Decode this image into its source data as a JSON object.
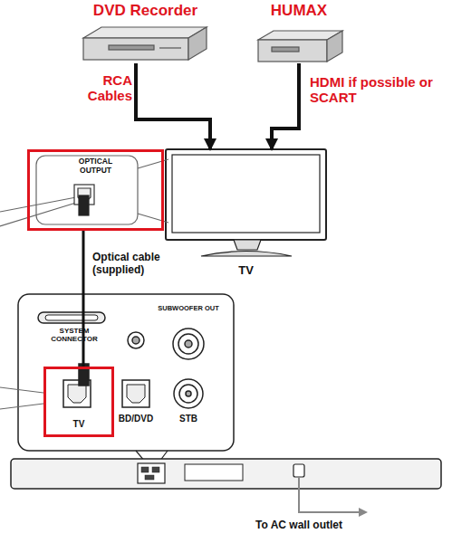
{
  "diagram": {
    "nodes": [
      {
        "text": [
          "DVD Recorder"
        ]
      },
      {
        "text": [
          "HUMAX"
        ]
      },
      {
        "text": [
          "OPTICAL OUTPUT"
        ]
      },
      {
        "text": [
          "TV"
        ]
      },
      {
        "text": [
          "TV"
        ]
      }
    ],
    "edges": [
      {
        "from": 0,
        "to": 3,
        "label": "RCA Cables",
        "arrow": "to"
      },
      {
        "from": 1,
        "to": 3,
        "label": "HDMI if possible or SCART",
        "arrow": "to"
      },
      {
        "from": 2,
        "to": 4,
        "label": "Optical cable (supplied)",
        "arrow": "none"
      }
    ],
    "labels": [
      "SYSTEM CONNECTOR",
      "SUBWOOFER OUT",
      "BD/DVD",
      "STB",
      "To AC wall outlet"
    ]
  }
}
